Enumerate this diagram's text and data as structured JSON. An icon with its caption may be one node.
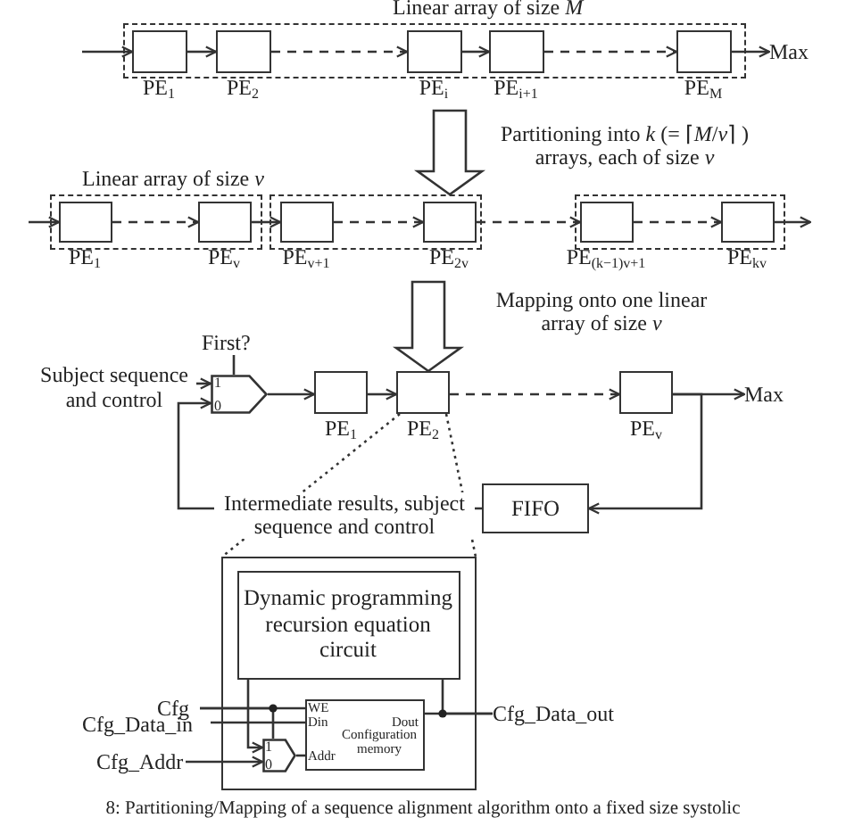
{
  "diagram": {
    "caption": "8: Partitioning/Mapping of a sequence alignment algorithm onto a fixed size systolic",
    "nodes": [
      {
        "text": [
          "Linear array of size *M*"
        ]
      },
      {
        "text": [
          "PE$_{1}$"
        ],
        "in": 0
      },
      {
        "text": [
          "PE$_{2}$"
        ],
        "in": 0
      },
      {
        "text": [
          "PE$_{i}$"
        ],
        "in": 0
      },
      {
        "text": [
          "PE$_{i+1}$"
        ],
        "in": 0
      },
      {
        "text": [
          "PE$_{M}$"
        ],
        "in": 0
      },
      {
        "text": [
          "Linear array of size *v*"
        ]
      },
      {
        "text": [
          "PE$_{1}$"
        ],
        "in": 6
      },
      {
        "text": [
          "PE$_{v}$"
        ],
        "in": 6
      },
      {
        "text": [],
        "shape": "box"
      },
      {
        "text": [
          "PE$_{v+1}$"
        ],
        "in": 9
      },
      {
        "text": [
          "PE$_{2v}$"
        ],
        "in": 9
      },
      {
        "text": [],
        "shape": "box"
      },
      {
        "text": [
          "PE$_{(k−1)v+1}$"
        ],
        "in": 12
      },
      {
        "text": [
          "PE$_{kv}$"
        ],
        "in": 12
      },
      {
        "text": [
          "First?"
        ]
      },
      {
        "text": [
          "Subject sequence and control"
        ]
      },
      {
        "text": [
          "1",
          "0"
        ]
      },
      {
        "text": [
          "PE$_{1}$"
        ]
      },
      {
        "text": [
          "PE$_{2}$"
        ]
      },
      {
        "text": [
          "PE$_{v}$"
        ]
      },
      {
        "text": [
          "FIFO"
        ]
      },
      {
        "text": [],
        "shape": "box"
      },
      {
        "text": [
          "Dynamic programming recursion equation circuit"
        ],
        "in": 22
      },
      {
        "text": [
          "1",
          "0"
        ],
        "in": 22
      },
      {
        "text": [
          "WE",
          "Din",
          "Dout",
          "Addr",
          "Configuration memory"
        ],
        "in": 22
      },
      {
        "text": [
          "Cfg"
        ]
      },
      {
        "text": [
          "Cfg_Data_in"
        ]
      },
      {
        "text": [
          "Cfg_Addr"
        ]
      },
      {
        "text": [
          "Cfg_Data_out"
        ]
      },
      {
        "text": [
          "Max"
        ]
      },
      {
        "text": [
          "Max"
        ]
      }
    ],
    "edges": [
      {
        "from": null,
        "to": 1,
        "arrow": "to"
      },
      {
        "from": 1,
        "to": 2,
        "arrow": "to"
      },
      {
        "from": 2,
        "to": 3,
        "arrow": "to",
        "style": "dashed"
      },
      {
        "from": 3,
        "to": 4,
        "arrow": "to"
      },
      {
        "from": 4,
        "to": 5,
        "arrow": "to",
        "style": "dashed"
      },
      {
        "from": 5,
        "to": 30,
        "arrow": "to"
      },
      {
        "from": null,
        "to": 7,
        "arrow": "to"
      },
      {
        "from": 7,
        "to": 8,
        "arrow": "to",
        "style": "dashed"
      },
      {
        "from": 8,
        "to": 10,
        "arrow": "to"
      },
      {
        "from": 10,
        "to": 11,
        "arrow": "to",
        "style": "dashed"
      },
      {
        "from": 11,
        "to": 13,
        "arrow": "to",
        "style": "dashed"
      },
      {
        "from": 13,
        "to": 14,
        "arrow": "to",
        "style": "dashed"
      },
      {
        "from": 14,
        "to": null,
        "arrow": "to"
      },
      {
        "from": 16,
        "to": 17,
        "arrow": "to"
      },
      {
        "from": 15,
        "to": 17,
        "arrow": "none"
      },
      {
        "from": 17,
        "to": 18,
        "arrow": "to"
      },
      {
        "from": 18,
        "to": 19,
        "arrow": "to"
      },
      {
        "from": 19,
        "to": 20,
        "arrow": "to",
        "style": "dashed"
      },
      {
        "from": 20,
        "to": 31,
        "arrow": "to"
      },
      {
        "from": 20,
        "to": 21,
        "arrow": "to"
      },
      {
        "from": 21,
        "to": 17,
        "arrow": "to",
        "label": "Intermediate results, subject sequence and control"
      },
      {
        "from": 19,
        "to": 22,
        "arrow": "none",
        "style": "dashed"
      },
      {
        "from": 26,
        "to": 25,
        "arrow": "none"
      },
      {
        "from": 26,
        "to": 24,
        "arrow": "none"
      },
      {
        "from": 27,
        "to": 25,
        "arrow": "none"
      },
      {
        "from": 28,
        "to": 24,
        "arrow": "to"
      },
      {
        "from": 23,
        "to": 24,
        "arrow": "to"
      },
      {
        "from": 24,
        "to": 25,
        "arrow": "none"
      },
      {
        "from": 25,
        "to": 29,
        "arrow": "none"
      },
      {
        "from": 23,
        "to": 29,
        "arrow": "none"
      },
      {
        "from": 0,
        "to": 9,
        "arrow": "to",
        "style": "thick"
      },
      {
        "from": 9,
        "to": 19,
        "arrow": "to",
        "style": "thick"
      }
    ],
    "labels": [
      "Partitioning into *k* (= ⌈*M*/*v*⌉ ) arrays, each of size *v*",
      "Mapping onto one linear array of size *v*"
    ]
  }
}
